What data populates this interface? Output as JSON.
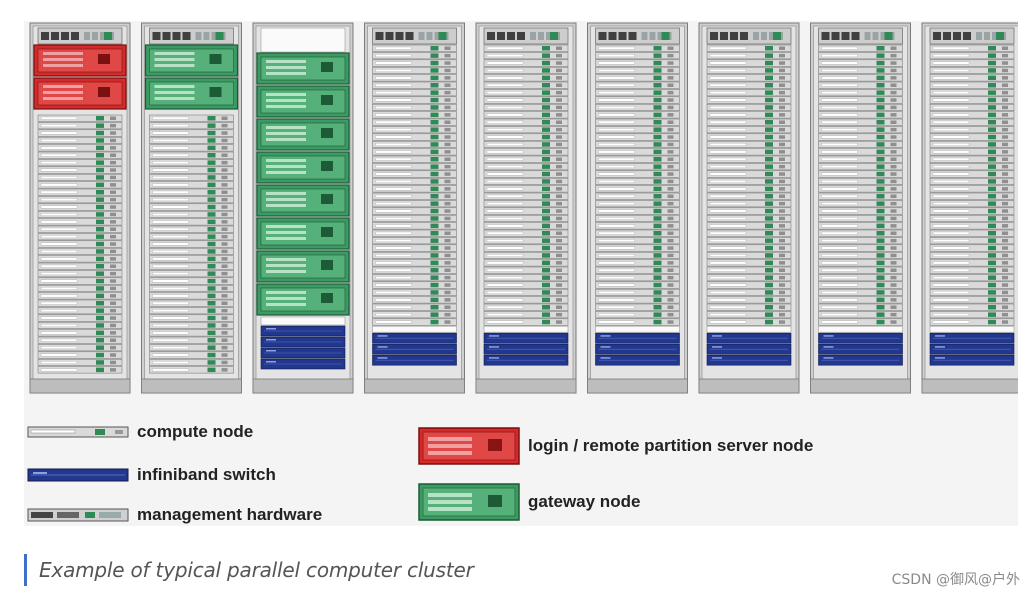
{
  "diagram": {
    "racks": [
      {
        "top": [
          "management",
          "login",
          "login"
        ],
        "bottom": "compute"
      },
      {
        "top": [
          "management",
          "gateway",
          "gateway"
        ],
        "bottom": "compute"
      },
      {
        "top": [
          "blank",
          "gateway",
          "gateway",
          "gateway",
          "gateway",
          "gateway",
          "gateway",
          "gateway",
          "gateway",
          "blank-thin"
        ],
        "bottom": "infiniband"
      },
      {
        "top": [
          "management"
        ],
        "bottom": "compute+infiniband"
      },
      {
        "top": [
          "management"
        ],
        "bottom": "compute+infiniband"
      },
      {
        "top": [
          "management"
        ],
        "bottom": "compute+infiniband"
      },
      {
        "top": [
          "management"
        ],
        "bottom": "compute+infiniband"
      },
      {
        "top": [
          "management"
        ],
        "bottom": "compute+infiniband"
      },
      {
        "top": [
          "management"
        ],
        "bottom": "compute+infiniband"
      }
    ]
  },
  "legend": {
    "compute_node": "compute node",
    "infiniband_switch": "infiniband switch",
    "management_hardware": "management hardware",
    "login_node": "login / remote partition server node",
    "gateway_node": "gateway node"
  },
  "colors": {
    "login": "#d42a2a",
    "gateway": "#3c9a63",
    "infiniband": "#22378e",
    "compute": "#d8d8d8",
    "port": "#2f8a55",
    "caption_bar": "#3e6fc9"
  },
  "caption": "Example of typical parallel computer cluster",
  "watermark": "CSDN @御风@户外"
}
